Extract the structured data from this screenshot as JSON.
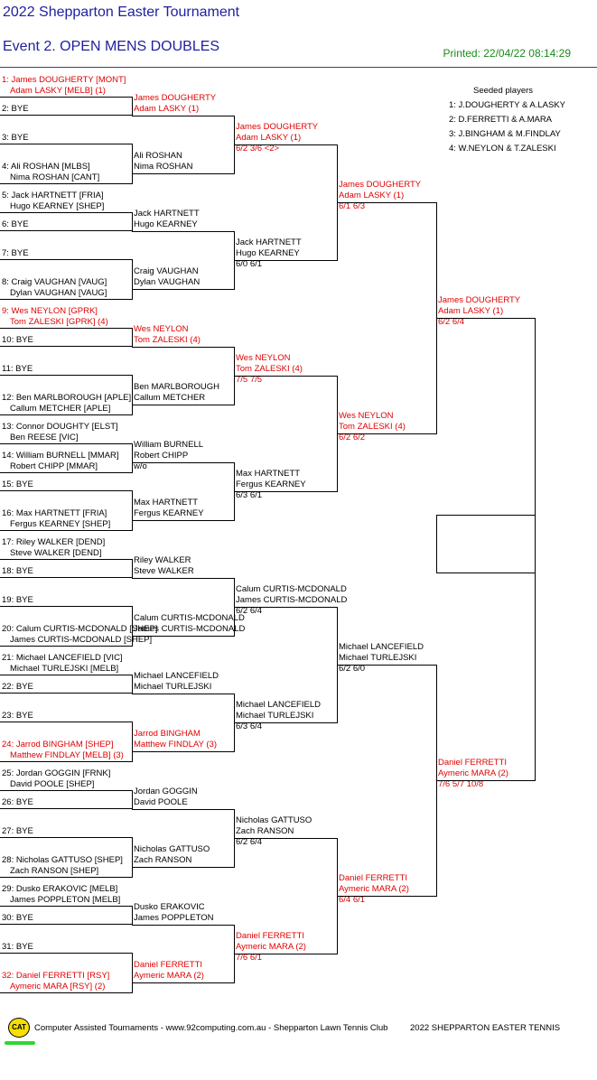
{
  "tournament_title": "2022 Shepparton Easter Tournament",
  "event_title": "Event 2. OPEN MENS DOUBLES",
  "printed": "Printed: 22/04/22 08:14:29",
  "seeded": {
    "heading": "Seeded players",
    "items": [
      "1: J.DOUGHERTY & A.LASKY",
      "2: D.FERRETTI & A.MARA",
      "3: J.BINGHAM & M.FINDLAY",
      "4: W.NEYLON & T.ZALESKI"
    ]
  },
  "round1": [
    {
      "a": "1: James DOUGHERTY [MONT]",
      "b": "Adam LASKY [MELB] (1)",
      "red": true
    },
    {
      "a": "2: BYE",
      "b": "",
      "red": false
    },
    {
      "a": "3: BYE",
      "b": "",
      "red": false
    },
    {
      "a": "4: Ali ROSHAN [MLBS]",
      "b": "Nima ROSHAN [CANT]",
      "red": false
    },
    {
      "a": "5: Jack HARTNETT [FRIA]",
      "b": "Hugo KEARNEY [SHEP]",
      "red": false
    },
    {
      "a": "6: BYE",
      "b": "",
      "red": false
    },
    {
      "a": "7: BYE",
      "b": "",
      "red": false
    },
    {
      "a": "8: Craig VAUGHAN [VAUG]",
      "b": "Dylan VAUGHAN [VAUG]",
      "red": false
    },
    {
      "a": "9: Wes NEYLON [GPRK]",
      "b": "Tom ZALESKI [GPRK] (4)",
      "red": true
    },
    {
      "a": "10: BYE",
      "b": "",
      "red": false
    },
    {
      "a": "11: BYE",
      "b": "",
      "red": false
    },
    {
      "a": "12: Ben MARLBOROUGH [APLE]",
      "b": "Callum METCHER [APLE]",
      "red": false
    },
    {
      "a": "13: Connor DOUGHTY [ELST]",
      "b": "Ben REESE [VIC]",
      "red": false
    },
    {
      "a": "14: William BURNELL [MMAR]",
      "b": "Robert CHIPP [MMAR]",
      "red": false
    },
    {
      "a": "15: BYE",
      "b": "",
      "red": false
    },
    {
      "a": "16: Max HARTNETT [FRIA]",
      "b": "Fergus KEARNEY [SHEP]",
      "red": false
    },
    {
      "a": "17: Riley WALKER [DEND]",
      "b": "Steve WALKER [DEND]",
      "red": false
    },
    {
      "a": "18: BYE",
      "b": "",
      "red": false
    },
    {
      "a": "19: BYE",
      "b": "",
      "red": false
    },
    {
      "a": "20: Calum CURTIS-MCDONALD [SHEP]",
      "b": "James CURTIS-MCDONALD [SHEP]",
      "red": false
    },
    {
      "a": "21: Michael LANCEFIELD [VIC]",
      "b": "Michael TURLEJSKI [MELB]",
      "red": false
    },
    {
      "a": "22: BYE",
      "b": "",
      "red": false
    },
    {
      "a": "23: BYE",
      "b": "",
      "red": false
    },
    {
      "a": "24: Jarrod BINGHAM [SHEP]",
      "b": "Matthew FINDLAY [MELB] (3)",
      "red": true
    },
    {
      "a": "25: Jordan GOGGIN [FRNK]",
      "b": "David POOLE [SHEP]",
      "red": false
    },
    {
      "a": "26: BYE",
      "b": "",
      "red": false
    },
    {
      "a": "27: BYE",
      "b": "",
      "red": false
    },
    {
      "a": "28: Nicholas GATTUSO [SHEP]",
      "b": "Zach RANSON [SHEP]",
      "red": false
    },
    {
      "a": "29: Dusko ERAKOVIC [MELB]",
      "b": "James POPPLETON [MELB]",
      "red": false
    },
    {
      "a": "30: BYE",
      "b": "",
      "red": false
    },
    {
      "a": "31: BYE",
      "b": "",
      "red": false
    },
    {
      "a": "32: Daniel FERRETTI [RSY]",
      "b": "Aymeric MARA [RSY] (2)",
      "red": true
    }
  ],
  "round2": [
    {
      "a": "James DOUGHERTY",
      "b": "Adam LASKY (1)",
      "s": "",
      "red": true
    },
    {
      "a": "Ali ROSHAN",
      "b": "Nima ROSHAN",
      "s": "",
      "red": false
    },
    {
      "a": "Jack HARTNETT",
      "b": "Hugo KEARNEY",
      "s": "",
      "red": false
    },
    {
      "a": "Craig VAUGHAN",
      "b": "Dylan VAUGHAN",
      "s": "",
      "red": false
    },
    {
      "a": "Wes NEYLON",
      "b": "Tom ZALESKI (4)",
      "s": "",
      "red": true
    },
    {
      "a": "Ben MARLBOROUGH",
      "b": "Callum METCHER",
      "s": "",
      "red": false
    },
    {
      "a": "William BURNELL",
      "b": "Robert CHIPP",
      "s": "w/o",
      "red": false
    },
    {
      "a": "Max HARTNETT",
      "b": "Fergus KEARNEY",
      "s": "",
      "red": false
    },
    {
      "a": "Riley WALKER",
      "b": "Steve WALKER",
      "s": "",
      "red": false
    },
    {
      "a": "Calum CURTIS-MCDONALD",
      "b": "James CURTIS-MCDONALD",
      "s": "",
      "red": false
    },
    {
      "a": "Michael LANCEFIELD",
      "b": "Michael TURLEJSKI",
      "s": "",
      "red": false
    },
    {
      "a": "Jarrod BINGHAM",
      "b": "Matthew FINDLAY (3)",
      "s": "",
      "red": true
    },
    {
      "a": "Jordan GOGGIN",
      "b": "David POOLE",
      "s": "",
      "red": false
    },
    {
      "a": "Nicholas GATTUSO",
      "b": "Zach RANSON",
      "s": "",
      "red": false
    },
    {
      "a": "Dusko ERAKOVIC",
      "b": "James POPPLETON",
      "s": "",
      "red": false
    },
    {
      "a": "Daniel FERRETTI",
      "b": "Aymeric MARA (2)",
      "s": "",
      "red": true
    }
  ],
  "round3": [
    {
      "a": "James DOUGHERTY",
      "b": "Adam LASKY (1)",
      "s": "6/2 3/6 <2>",
      "red": true
    },
    {
      "a": "Jack HARTNETT",
      "b": "Hugo KEARNEY",
      "s": "6/0 6/1",
      "red": false
    },
    {
      "a": "Wes NEYLON",
      "b": "Tom ZALESKI (4)",
      "s": "7/5 7/5",
      "red": true
    },
    {
      "a": "Max HARTNETT",
      "b": "Fergus KEARNEY",
      "s": "6/3 6/1",
      "red": false
    },
    {
      "a": "Calum CURTIS-MCDONALD",
      "b": "James CURTIS-MCDONALD",
      "s": "6/2 6/4",
      "red": false
    },
    {
      "a": "Michael LANCEFIELD",
      "b": "Michael TURLEJSKI",
      "s": "6/3 6/4",
      "red": false
    },
    {
      "a": "Nicholas GATTUSO",
      "b": "Zach RANSON",
      "s": "6/2 6/4",
      "red": false
    },
    {
      "a": "Daniel FERRETTI",
      "b": "Aymeric MARA (2)",
      "s": "7/6 6/1",
      "red": true
    }
  ],
  "round4": [
    {
      "a": "James DOUGHERTY",
      "b": "Adam LASKY (1)",
      "s": "6/1 6/3",
      "red": true
    },
    {
      "a": "Wes NEYLON",
      "b": "Tom ZALESKI (4)",
      "s": "6/2 6/2",
      "red": true
    },
    {
      "a": "Michael LANCEFIELD",
      "b": "Michael TURLEJSKI",
      "s": "6/2 6/0",
      "red": false
    },
    {
      "a": "Daniel FERRETTI",
      "b": "Aymeric MARA (2)",
      "s": "6/4 6/1",
      "red": true
    }
  ],
  "round5": [
    {
      "a": "James DOUGHERTY",
      "b": "Adam LASKY (1)",
      "s": "6/2 6/4",
      "red": true
    },
    {
      "a": "Daniel FERRETTI",
      "b": "Aymeric MARA (2)",
      "s": "7/6 5/7 10/8",
      "red": true
    }
  ],
  "footer": {
    "logo": "CAT",
    "credit": "Computer Assisted Tournaments - www.92computing.com.au -  Shepparton Lawn Tennis Club",
    "right": "2022 SHEPPARTON EASTER TENNIS"
  }
}
